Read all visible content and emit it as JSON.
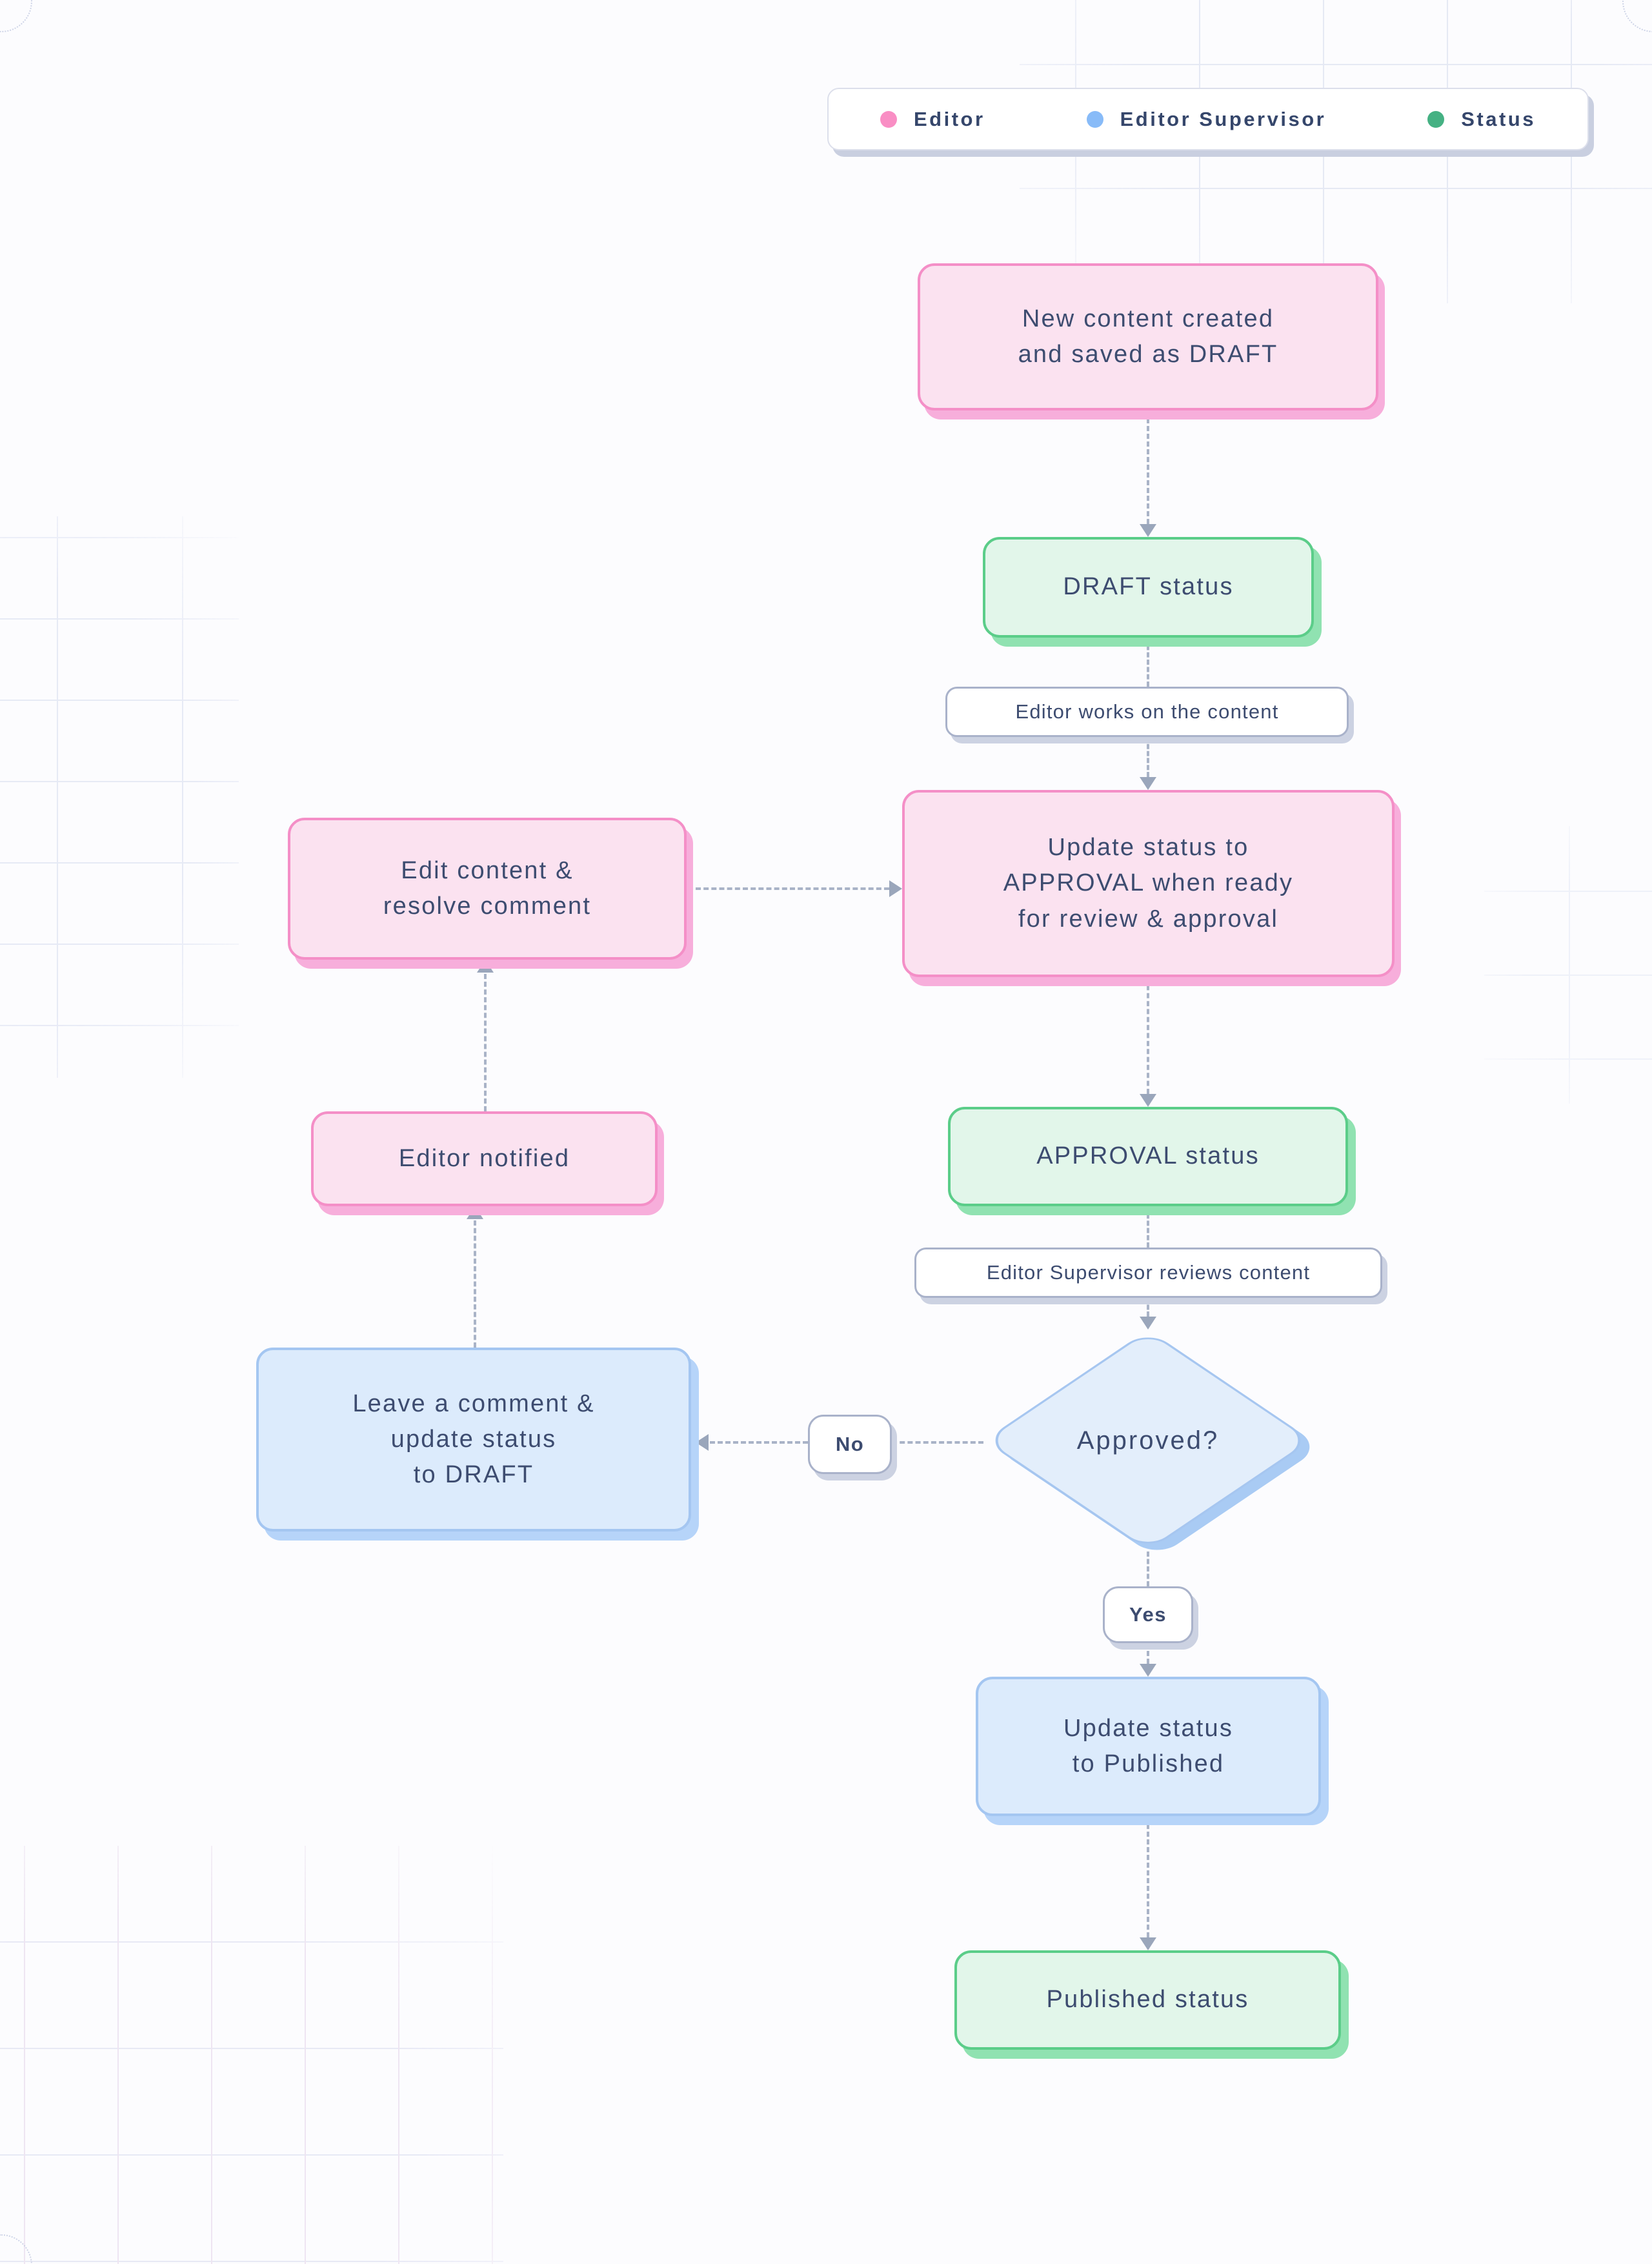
{
  "legend": {
    "items": [
      {
        "label": "Editor",
        "color": "#f98ec4"
      },
      {
        "label": "Editor Supervisor",
        "color": "#88bbf8"
      },
      {
        "label": "Status",
        "color": "#45b183"
      }
    ]
  },
  "nodes": {
    "new_content": {
      "lines": [
        "New content created",
        "and saved as DRAFT"
      ],
      "category": "Editor"
    },
    "draft_status": {
      "label": "DRAFT status",
      "category": "Status"
    },
    "works_note": {
      "label": "Editor works on the content"
    },
    "update_approval": {
      "lines": [
        "Update status to",
        "APPROVAL when ready",
        "for review & approval"
      ],
      "category": "Editor"
    },
    "approval_status": {
      "label": "APPROVAL status",
      "category": "Status"
    },
    "review_note": {
      "label": "Editor Supervisor reviews content"
    },
    "approved": {
      "label": "Approved?",
      "category": "Editor Supervisor"
    },
    "no_label": {
      "label": "No"
    },
    "leave_comment": {
      "lines": [
        "Leave a comment &",
        "update status",
        "to DRAFT"
      ],
      "category": "Editor Supervisor"
    },
    "editor_notified": {
      "label": "Editor notified",
      "category": "Editor"
    },
    "edit_content": {
      "lines": [
        "Edit content &",
        "resolve comment"
      ],
      "category": "Editor"
    },
    "yes_label": {
      "label": "Yes"
    },
    "update_published": {
      "lines": [
        "Update status",
        "to Published"
      ],
      "category": "Editor Supervisor"
    },
    "published_status": {
      "label": "Published status",
      "category": "Status"
    }
  },
  "edges": [
    {
      "from": "new_content",
      "to": "draft_status"
    },
    {
      "from": "draft_status",
      "to": "update_approval",
      "note": "Editor works on the content"
    },
    {
      "from": "update_approval",
      "to": "approval_status"
    },
    {
      "from": "approval_status",
      "to": "approved",
      "note": "Editor Supervisor reviews content"
    },
    {
      "from": "approved",
      "to": "leave_comment",
      "label": "No"
    },
    {
      "from": "leave_comment",
      "to": "editor_notified"
    },
    {
      "from": "editor_notified",
      "to": "edit_content"
    },
    {
      "from": "edit_content",
      "to": "update_approval"
    },
    {
      "from": "approved",
      "to": "update_published",
      "label": "Yes"
    },
    {
      "from": "update_published",
      "to": "published_status"
    }
  ],
  "colors": {
    "editor_fill": "#fbe2f0",
    "editor_border": "#f48fc7",
    "supervisor_fill": "#dcebfc",
    "supervisor_border": "#a4c6f1",
    "status_fill": "#e2f6ea",
    "status_border": "#5bcd89",
    "connector": "#a9b3c7",
    "text": "#3d4c70",
    "background": "#fcfcfe"
  }
}
